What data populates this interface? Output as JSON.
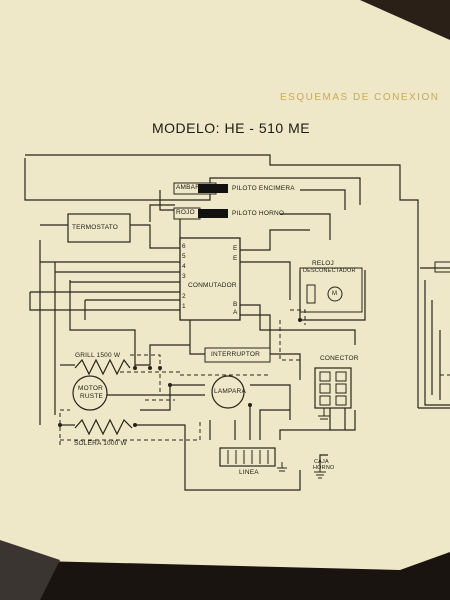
{
  "header": {
    "text": "ESQUEMAS DE CONEXION"
  },
  "title": {
    "text": "MODELO: HE - 510 ME"
  },
  "diagram": {
    "termostato": "TERMOSTATO",
    "ambar_tag": "AMBAR",
    "piloto_encimera": "PILOTO ENCIMERA",
    "rojo_tag": "ROJO",
    "piloto_horno": "PILOTO HORNO",
    "conmutador": "CONMUTADOR",
    "rele_top": "RELOJ",
    "rele_bottom": "DESCONECTADOR",
    "grill": "GRILL 1500 W",
    "motor_top": "MOTOR",
    "motor_bottom": "RUSTE",
    "interruptor": "INTERRUPTOR",
    "lampara": "LAMPARA",
    "conector": "CONECTOR",
    "solera": "SOLERA 1000 W",
    "linea": "LINEA",
    "caja_top": "CAJA",
    "caja_bottom": "HORNO",
    "motor_circle": "M",
    "pins": [
      "6",
      "5",
      "4",
      "3",
      "2",
      "1"
    ],
    "pin_E": "E",
    "pin_A": "A",
    "pin_B": "B"
  }
}
